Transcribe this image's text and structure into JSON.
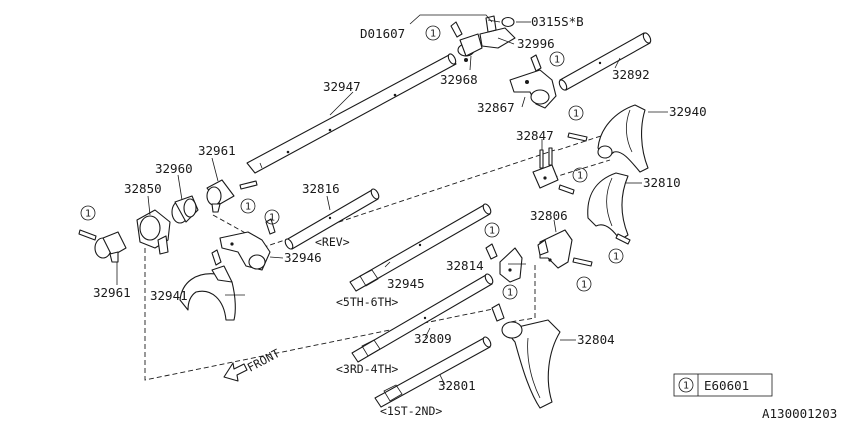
{
  "labels": {
    "d01607": "D01607",
    "n0315": "0315S*B",
    "p32996": "32996",
    "p32968": "32968",
    "p32892": "32892",
    "p32947": "32947",
    "p32867": "32867",
    "p32940": "32940",
    "p32847": "32847",
    "p32961a": "32961",
    "p32960": "32960",
    "p32850": "32850",
    "p32816": "32816",
    "rev": "<REV>",
    "p32810": "32810",
    "p32806": "32806",
    "p32946": "32946",
    "p32945": "32945",
    "p32814": "32814",
    "p32961b": "32961",
    "p32941": "32941",
    "gear56": "<5TH-6TH>",
    "p32804": "32804",
    "p32809": "32809",
    "gear34": "<3RD-4TH>",
    "front": "FRONT",
    "p32801": "32801",
    "gear12": "<1ST-2ND>"
  },
  "callout_mark": "1",
  "legend": {
    "mark": "1",
    "code": "E60601"
  },
  "diagram_id": "A130001203"
}
